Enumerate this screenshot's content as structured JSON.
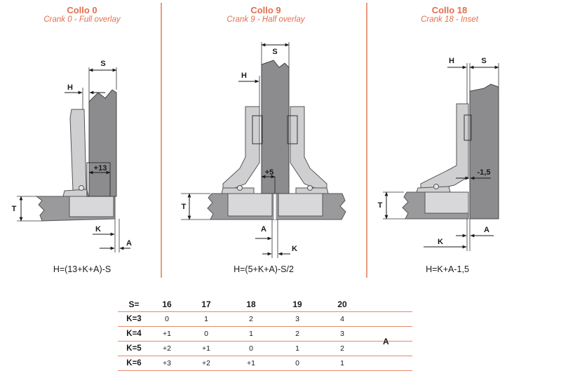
{
  "panels": [
    {
      "title": "Collo 0",
      "subtitle": "Crank 0 - Full overlay",
      "formula": "H=(13+K+A)-S",
      "labels": {
        "s": "S",
        "h": "H",
        "t": "T",
        "k": "K",
        "a": "A",
        "offset": "+13"
      }
    },
    {
      "title": "Collo 9",
      "subtitle": "Crank 9 - Half overlay",
      "formula": "H=(5+K+A)-S/2",
      "labels": {
        "s": "S",
        "h": "H",
        "t": "T",
        "k": "K",
        "a": "A",
        "offset": "+5"
      }
    },
    {
      "title": "Collo 18",
      "subtitle": "Crank 18 - Inset",
      "formula": "H=K+A-1,5",
      "labels": {
        "s": "S",
        "h": "H",
        "t": "T",
        "k": "K",
        "a": "A",
        "offset": "-1,5"
      }
    }
  ],
  "table": {
    "corner": "S=",
    "columns": [
      "16",
      "17",
      "18",
      "19",
      "20"
    ],
    "rows": [
      {
        "label": "K=3",
        "values": [
          "0",
          "1",
          "2",
          "3",
          "4"
        ]
      },
      {
        "label": "K=4",
        "values": [
          "+1",
          "0",
          "1",
          "2",
          "3"
        ]
      },
      {
        "label": "K=5",
        "values": [
          "+2",
          "+1",
          "0",
          "1",
          "2"
        ]
      },
      {
        "label": "K=6",
        "values": [
          "+3",
          "+2",
          "+1",
          "0",
          "1"
        ]
      }
    ],
    "side_label": "A"
  },
  "colors": {
    "accent": "#e36f4c",
    "door": "#8c8c8f",
    "hinge": "#c9c9cb",
    "cabinet": "#9a9a9d"
  }
}
